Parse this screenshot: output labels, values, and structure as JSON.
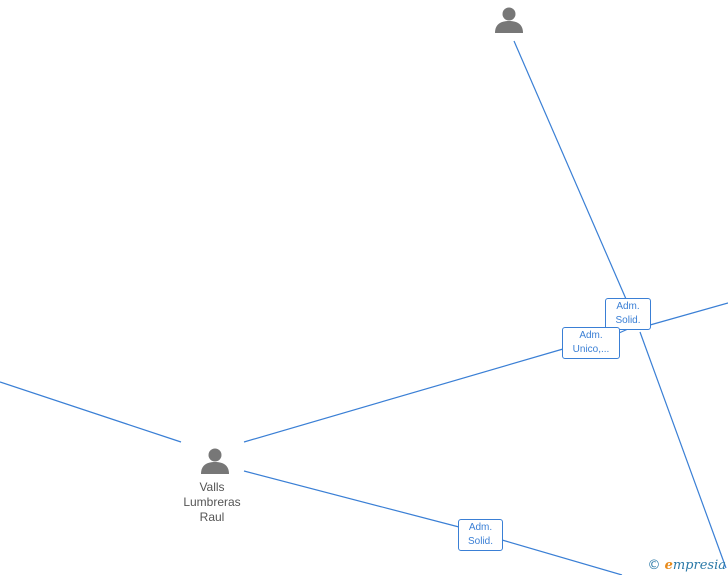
{
  "nodes": {
    "top_person": {
      "label": ""
    },
    "valls": {
      "label_lines": [
        "Valls",
        "Lumbreras",
        "Raul"
      ]
    }
  },
  "roles": {
    "role_1": {
      "line1": "Adm.",
      "line2": "Solid."
    },
    "role_2": {
      "line1": "Adm.",
      "line2": "Unico,..."
    },
    "role_3": {
      "line1": "Adm.",
      "line2": "Solid."
    }
  },
  "colors": {
    "edge": "#3a7fd5",
    "person_icon": "#777777",
    "brand_e": "#e88a1a",
    "brand_text": "#2c7aa8"
  },
  "watermark": {
    "copyright": "©",
    "e": "e",
    "rest": "mpresia"
  }
}
